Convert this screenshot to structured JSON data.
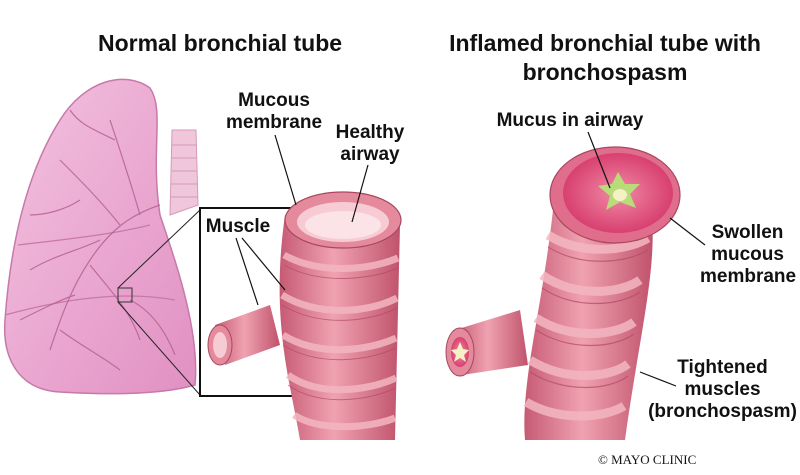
{
  "titles": {
    "left": "Normal bronchial tube",
    "right_line1": "Inflamed bronchial tube with",
    "right_line2": "bronchospasm"
  },
  "labels": {
    "mucous_membrane_1": "Mucous",
    "mucous_membrane_2": "membrane",
    "healthy_airway_1": "Healthy",
    "healthy_airway_2": "airway",
    "muscle": "Muscle",
    "mucus_in_airway": "Mucus in airway",
    "swollen_1": "Swollen",
    "swollen_2": "mucous",
    "swollen_3": "membrane",
    "tightened_1": "Tightened",
    "tightened_2": "muscles",
    "tightened_3": "(bronchospasm)"
  },
  "credit": "© MAYO CLINIC",
  "colors": {
    "lung": "#e9a6cf",
    "lung_edge": "#c779a8",
    "tube": "#e58a9c",
    "tube_band": "#f3b7c1",
    "muscle_line": "#b24a64",
    "inner": "#f6cbd3",
    "swollen": "#e0527a",
    "mucus": "#b8dc7a"
  }
}
